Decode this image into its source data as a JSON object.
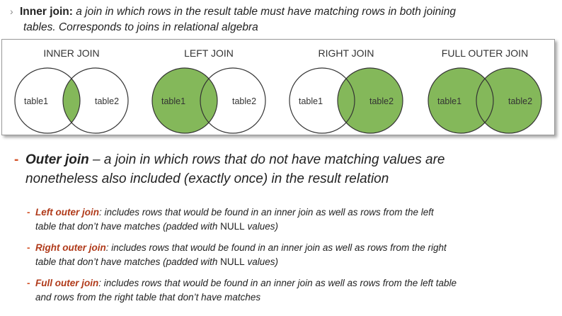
{
  "intro": {
    "term": "Inner join:",
    "def_line1": "a join in which rows in the result table must have matching rows in both joining",
    "def_line2": "tables. Corresponds to joins in relational algebra"
  },
  "diagrams": [
    {
      "title": "INNER JOIN",
      "left_label": "table1",
      "right_label": "table2",
      "fill": "intersection"
    },
    {
      "title": "LEFT JOIN",
      "left_label": "table1",
      "right_label": "table2",
      "fill": "left"
    },
    {
      "title": "RIGHT JOIN",
      "left_label": "table1",
      "right_label": "table2",
      "fill": "right"
    },
    {
      "title": "FULL OUTER JOIN",
      "left_label": "table1",
      "right_label": "table2",
      "fill": "both"
    }
  ],
  "colors": {
    "fill": "#84b85a",
    "bullet": "#d4542a",
    "subterm": "#b03a1a"
  },
  "outer": {
    "term": "Outer join",
    "def_line1": " – a join in which rows that do not have matching values are",
    "def_line2": "nonetheless also included (exactly once) in the result relation"
  },
  "subs": [
    {
      "term": "Left outer join",
      "pre": ": includes rows that would be found in an inner join as well as rows from the left",
      "line2_pre": "table that don’t have matches (padded with ",
      "null": "NULL",
      "line2_post": " values)"
    },
    {
      "term": "Right outer join",
      "pre": ": includes rows that would be found in an inner join as well as rows from the right",
      "line2_pre": "table that don’t have matches (padded with ",
      "null": "NULL",
      "line2_post": " values)"
    },
    {
      "term": "Full outer join",
      "pre": ": includes rows that would be found in an inner join as well as rows from the left table",
      "line2_pre": "and rows from the right table that don’t have matches",
      "null": "",
      "line2_post": ""
    }
  ]
}
